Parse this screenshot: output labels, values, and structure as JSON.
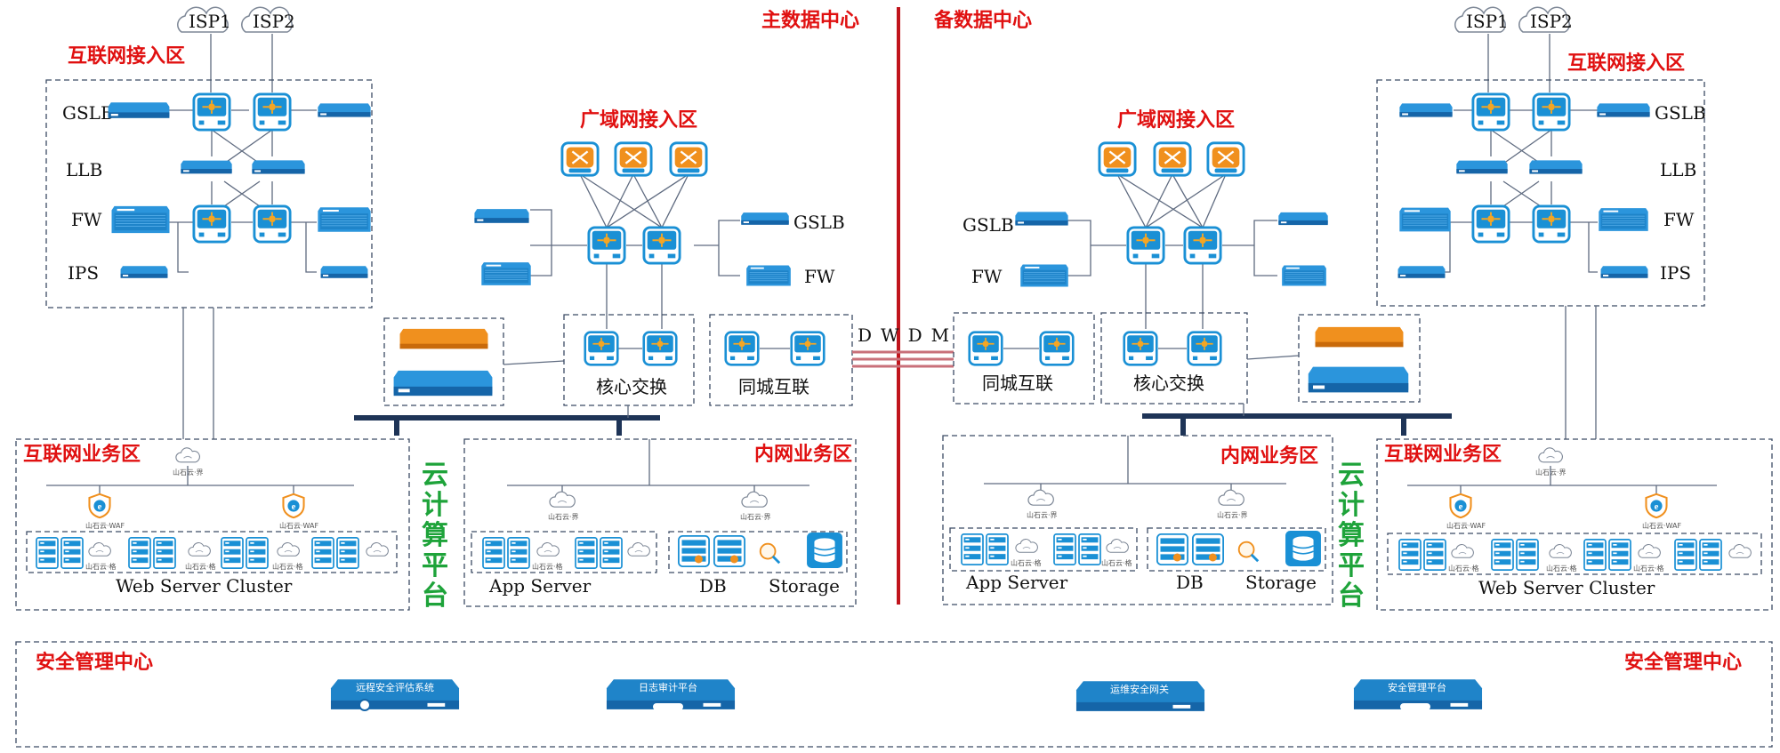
{
  "header": {
    "primary_dc": "主数据中心",
    "backup_dc": "备数据中心"
  },
  "left": {
    "isp1": "ISP1",
    "isp2": "ISP2",
    "internet_access_zone": "互联网接入区",
    "gslb": "GSLB",
    "llb": "LLB",
    "fw": "FW",
    "ips": "IPS",
    "wan_access_zone": "广域网接入区",
    "wan_gslb": "GSLB",
    "wan_fw": "FW",
    "core_switch": "核心交换",
    "metro_interconnect": "同城互联",
    "internet_biz_zone": "互联网业务区",
    "intranet_biz_zone": "内网业务区",
    "cloud_platform": "云计算平台",
    "web_server_cluster": "Web Server Cluster",
    "app_server": "App Server",
    "db": "DB",
    "storage": "Storage"
  },
  "right": {
    "isp1": "ISP1",
    "isp2": "ISP2",
    "internet_access_zone": "互联网接入区",
    "gslb": "GSLB",
    "llb": "LLB",
    "fw": "FW",
    "ips": "IPS",
    "wan_access_zone": "广域网接入区",
    "wan_gslb": "GSLB",
    "wan_fw": "FW",
    "core_switch": "核心交换",
    "metro_interconnect": "同城互联",
    "internet_biz_zone": "互联网业务区",
    "intranet_biz_zone": "内网业务区",
    "cloud_platform": "云计算平台",
    "web_server_cluster": "Web Server Cluster",
    "app_server": "App Server",
    "db": "DB",
    "storage": "Storage"
  },
  "dwdm": "DWDM",
  "security_center": {
    "left_title": "安全管理中心",
    "right_title": "安全管理中心",
    "devices": [
      "远程安全评估系统",
      "日志审计平台",
      "运维安全网关",
      "安全管理平台"
    ]
  },
  "colors": {
    "zone_title": "#e01010",
    "divider": "#c0141c",
    "cloud_platform": "#1ea33a",
    "device_blue": "#1f8fd6",
    "device_orange": "#f0901e",
    "bus": "#1e3457"
  }
}
